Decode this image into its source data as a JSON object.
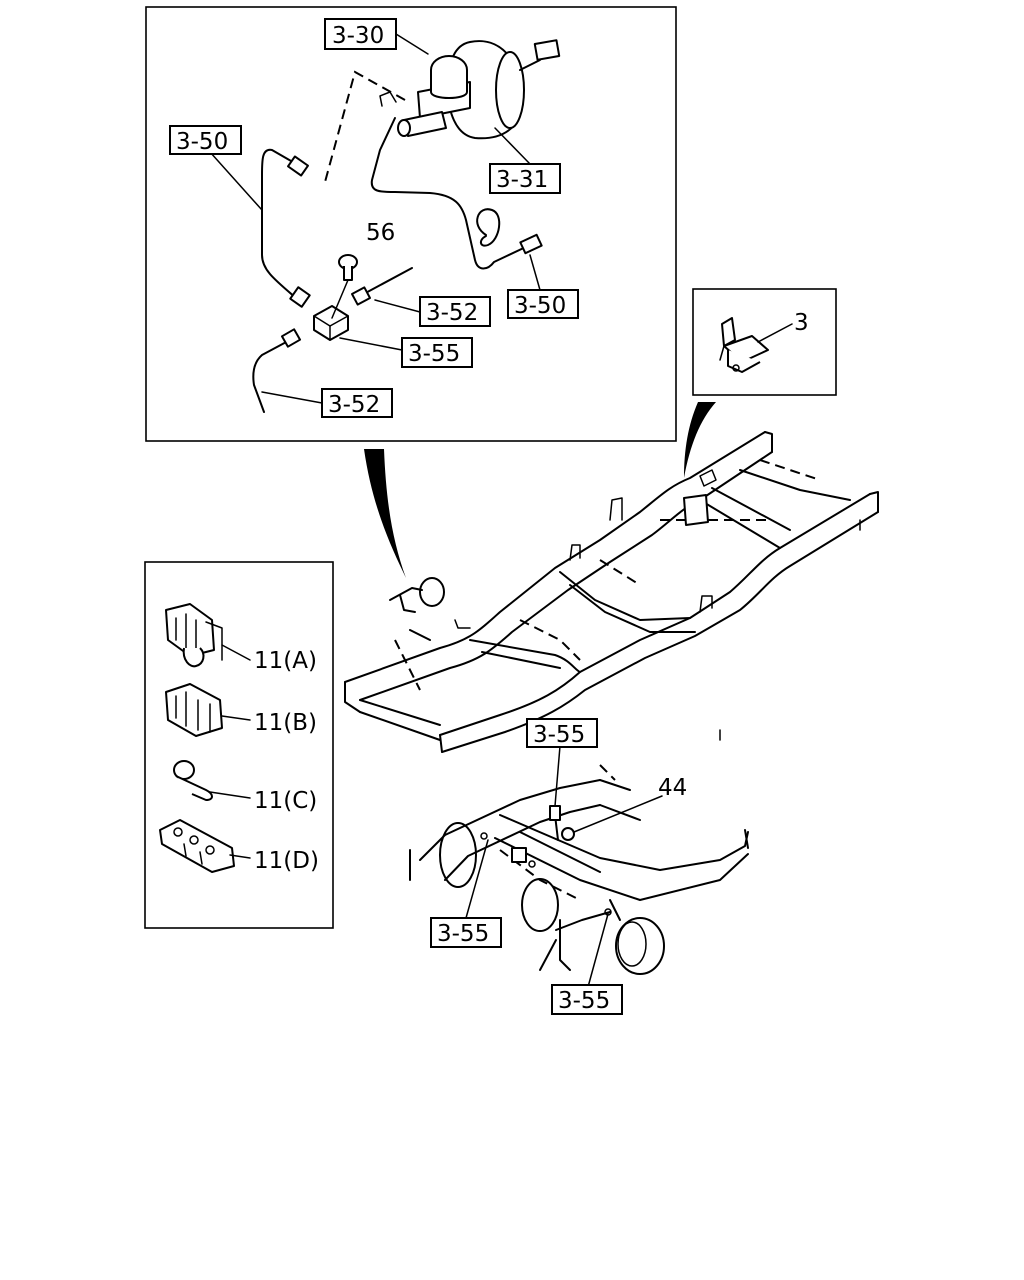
{
  "callouts": {
    "c_3_30": "3-30",
    "c_3_31": "3-31",
    "c_3_50_left": "3-50",
    "c_3_50_right": "3-50",
    "c_56": "56",
    "c_3_52_upper": "3-52",
    "c_3_55_upper": "3-55",
    "c_3_52_lower": "3-52",
    "c_3": "3",
    "c_11a": "11(A)",
    "c_11b": "11(B)",
    "c_11c": "11(C)",
    "c_11d": "11(D)",
    "c_3_55_rear_top": "3-55",
    "c_44": "44",
    "c_3_55_rear_left": "3-55",
    "c_3_55_rear_bottom": "3-55"
  }
}
